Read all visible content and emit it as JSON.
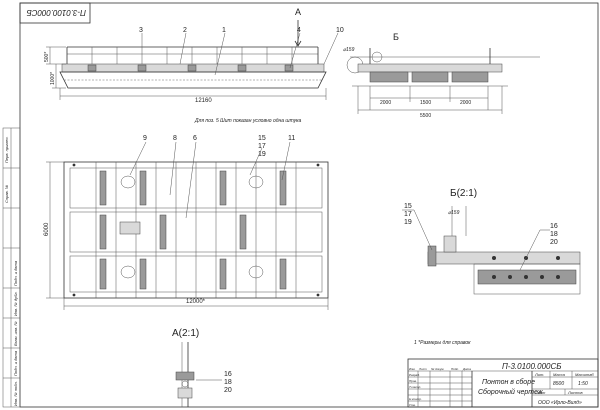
{
  "stamp_code_rotated": "П-3.0100.000СБ",
  "views": {
    "side": {
      "callouts": [
        "3",
        "2",
        "1",
        "А",
        "4",
        "10"
      ],
      "dims": {
        "h1": "500*",
        "h2": "1000*",
        "length": "12160"
      },
      "note": "Для поз. 5 Шит показан условно одна штука"
    },
    "end": {
      "callout": "Б",
      "diameter": "⌀159",
      "dims": [
        "2000",
        "1500",
        "2000"
      ],
      "total": "5500"
    },
    "plan": {
      "callouts": [
        "9",
        "8",
        "6",
        "15",
        "17",
        "19",
        "11"
      ],
      "height_dim": "6000",
      "length_dim": "12000*"
    },
    "detail_b": {
      "title": "Б(2:1)",
      "left_callouts": [
        "15",
        "17",
        "19"
      ],
      "diameter": "⌀159",
      "right_callouts": [
        "16",
        "18",
        "20"
      ]
    },
    "detail_a": {
      "title": "А(2:1)",
      "callouts": [
        "16",
        "18",
        "20"
      ]
    }
  },
  "notes": [
    "1  *Размеры для справок"
  ],
  "title_block": {
    "code": "П-3.0100.000СБ",
    "name_line1": "Понтон в сборе",
    "name_line2": "Сборочный чертеж",
    "hdr": [
      "Лит.",
      "Масса",
      "Масштаб"
    ],
    "mass": "8500",
    "scale": "1:50",
    "sheet": "Лист",
    "sheets": "Листов",
    "rows": [
      "Изм.",
      "Лист",
      "№ докум.",
      "Подп.",
      "Дата",
      "Разраб.",
      "Пров.",
      "Т.контр.",
      "Н.контр.",
      "Утв."
    ],
    "org": "ООО «Ирло-Вилд»"
  },
  "margin_labels": [
    "Перв. примен.",
    "Справ. №",
    "Подп. и дата",
    "Инв. № дубл.",
    "Взам. инв. №",
    "Подп. и дата",
    "Инв. № подл."
  ]
}
